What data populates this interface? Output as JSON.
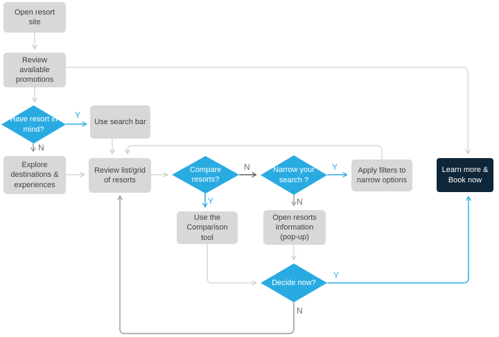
{
  "diagram": {
    "type": "flowchart",
    "labels": {
      "yes": "Y",
      "no": "N"
    },
    "colors": {
      "accent_blue": "#29ABE2",
      "node_gray": "#D8D8D8",
      "navy": "#0F2638",
      "line_light": "#D9D9D9",
      "line_mid": "#9B9B9B",
      "line_dark": "#595A5C",
      "text_dark": "#404040"
    },
    "nodes": {
      "open_site": {
        "label": "Open resort site",
        "shape": "rect"
      },
      "review_promos": {
        "label": "Review available promotions",
        "shape": "rect"
      },
      "have_resort": {
        "label": "Have resort in mind?",
        "shape": "diamond"
      },
      "use_search": {
        "label": "Use search bar",
        "shape": "rect"
      },
      "explore": {
        "label": "Explore destinations & experiences",
        "shape": "rect"
      },
      "review_list": {
        "label": "Review list/grid of resorts",
        "shape": "rect"
      },
      "compare": {
        "label": "Compare resorts?",
        "shape": "diamond"
      },
      "narrow": {
        "label": "Narrow your search ?",
        "shape": "diamond"
      },
      "apply_filters": {
        "label": "Apply filters to narrow options",
        "shape": "rect"
      },
      "comparison_tool": {
        "label": "Use the Comparison tool",
        "shape": "rect"
      },
      "resort_info": {
        "label": "Open resorts information (pop-up)",
        "shape": "rect"
      },
      "decide": {
        "label": "Decide now?",
        "shape": "diamond"
      },
      "book": {
        "label": "Learn more & Book now",
        "shape": "rect-navy"
      }
    },
    "edges": [
      {
        "from": "Open resort site",
        "to": "Review available promotions",
        "label": ""
      },
      {
        "from": "Review available promotions",
        "to": "Have resort in mind?",
        "label": ""
      },
      {
        "from": "Review available promotions",
        "to": "Learn more & Book now",
        "label": ""
      },
      {
        "from": "Have resort in mind?",
        "to": "Use search bar",
        "label": "Y"
      },
      {
        "from": "Have resort in mind?",
        "to": "Explore destinations & experiences",
        "label": "N"
      },
      {
        "from": "Use search bar",
        "to": "Review list/grid of resorts",
        "label": ""
      },
      {
        "from": "Explore destinations & experiences",
        "to": "Review list/grid of resorts",
        "label": ""
      },
      {
        "from": "Review list/grid of resorts",
        "to": "Compare resorts?",
        "label": ""
      },
      {
        "from": "Compare resorts?",
        "to": "Use the Comparison tool",
        "label": "Y"
      },
      {
        "from": "Compare resorts?",
        "to": "Narrow your search ?",
        "label": "N"
      },
      {
        "from": "Narrow your search ?",
        "to": "Apply filters to narrow options",
        "label": "Y"
      },
      {
        "from": "Narrow your search ?",
        "to": "Open resorts information (pop-up)",
        "label": "N"
      },
      {
        "from": "Apply filters to narrow options",
        "to": "Review list/grid of resorts",
        "label": ""
      },
      {
        "from": "Use the Comparison tool",
        "to": "Decide now?",
        "label": ""
      },
      {
        "from": "Open resorts information (pop-up)",
        "to": "Decide now?",
        "label": ""
      },
      {
        "from": "Decide now?",
        "to": "Learn more & Book now",
        "label": "Y"
      },
      {
        "from": "Decide now?",
        "to": "Review list/grid of resorts",
        "label": "N"
      }
    ]
  }
}
